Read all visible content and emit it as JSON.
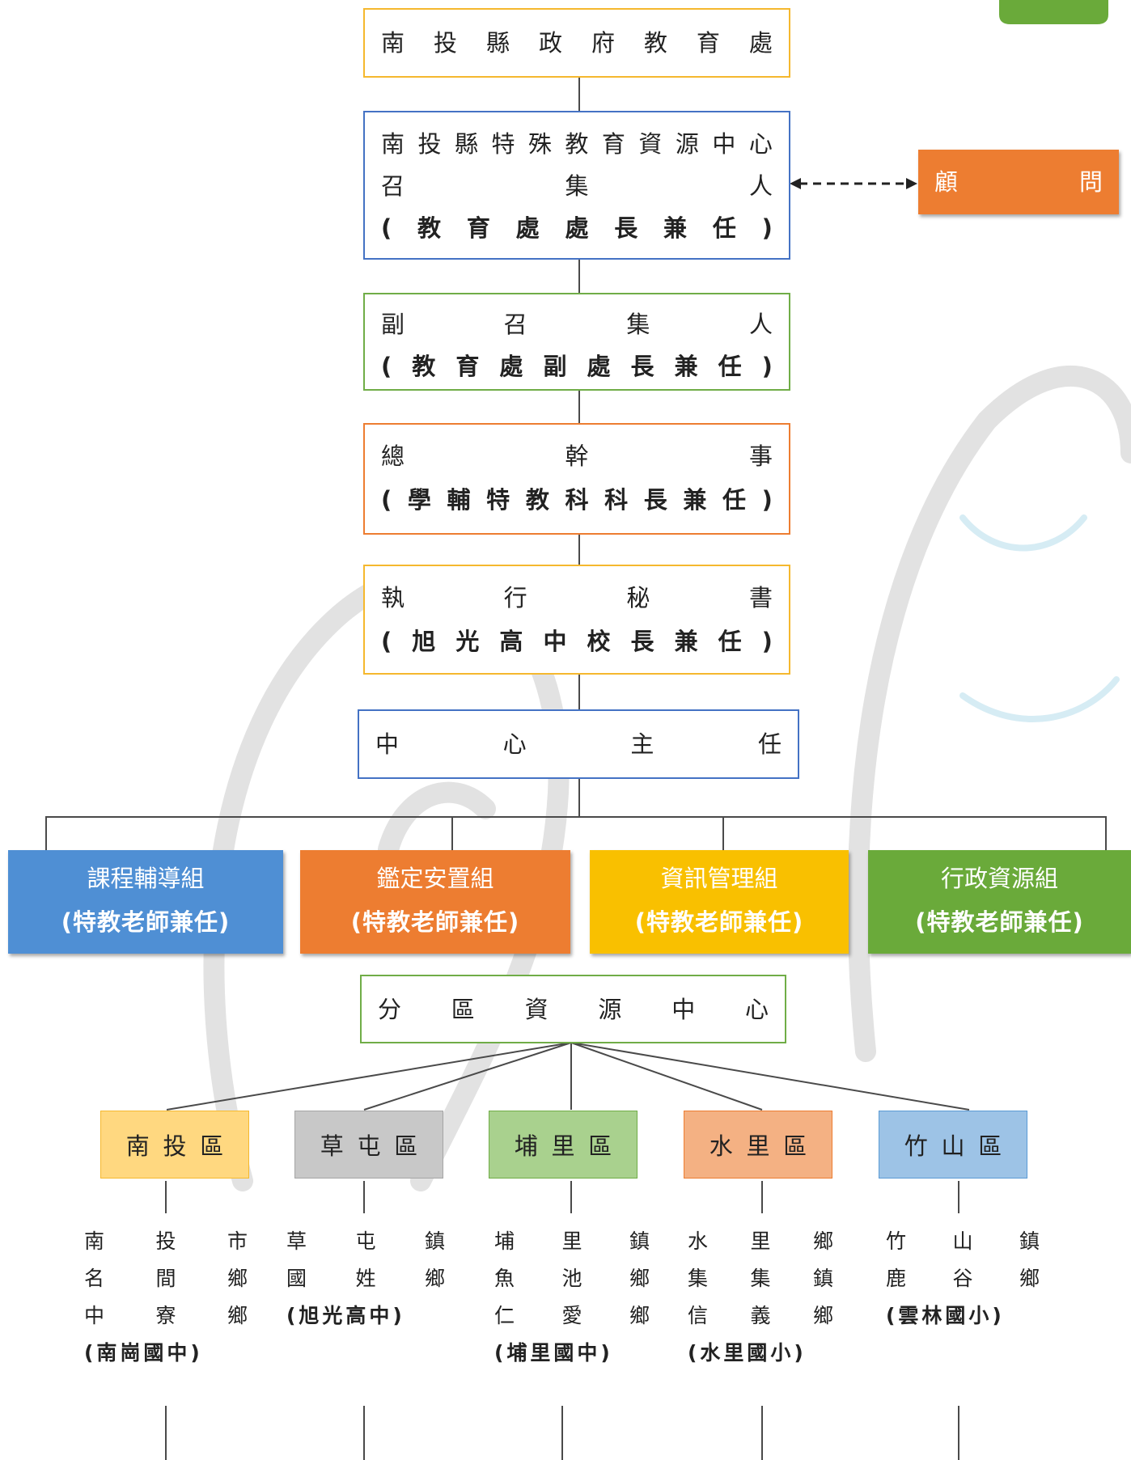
{
  "chart": {
    "top": {
      "label": "南投縣政府教育處"
    },
    "center": {
      "title": "南投縣特殊教育資源中心",
      "role": "召集人",
      "note": "(教育處處長兼任)"
    },
    "advisor": {
      "label": "顧問"
    },
    "deputy": {
      "role": "副召集人",
      "note": "(教育處副處長兼任)"
    },
    "general_secretary": {
      "role": "總幹事",
      "note": "(學輔特教科科長兼任)"
    },
    "exec_secretary": {
      "role": "執行秘書",
      "note": "(旭光高中校長兼任)"
    },
    "director": {
      "role": "中心主任"
    },
    "groups": [
      {
        "name": "課程輔導組",
        "note": "(特教老師兼任)"
      },
      {
        "name": "鑑定安置組",
        "note": "(特教老師兼任)"
      },
      {
        "name": "資訊管理組",
        "note": "(特教老師兼任)"
      },
      {
        "name": "行政資源組",
        "note": "(特教老師兼任)"
      }
    ],
    "district_center": {
      "label": "分區資源中心"
    },
    "districts": [
      {
        "name": "南投區",
        "towns": [
          [
            "南",
            "投",
            "市"
          ],
          [
            "名",
            "間",
            "鄉"
          ],
          [
            "中",
            "寮",
            "鄉"
          ]
        ],
        "school": "(南崗國中)"
      },
      {
        "name": "草屯區",
        "towns": [
          [
            "草",
            "屯",
            "鎮"
          ],
          [
            "國",
            "姓",
            "鄉"
          ]
        ],
        "school": "(旭光高中)"
      },
      {
        "name": "埔里區",
        "towns": [
          [
            "埔",
            "里",
            "鎮"
          ],
          [
            "魚",
            "池",
            "鄉"
          ],
          [
            "仁",
            "愛",
            "鄉"
          ]
        ],
        "school": "(埔里國中)"
      },
      {
        "name": "水里區",
        "towns": [
          [
            "水",
            "里",
            "鄉"
          ],
          [
            "集",
            "集",
            "鎮"
          ],
          [
            "信",
            "義",
            "鄉"
          ]
        ],
        "school": "(水里國小)"
      },
      {
        "name": "竹山區",
        "towns": [
          [
            "竹",
            "山",
            "鎮"
          ],
          [
            "鹿",
            "谷",
            "鄉"
          ]
        ],
        "school": "(雲林國小)"
      }
    ]
  },
  "colors": {
    "yellow_border": "#f5b82e",
    "blue_border": "#4472c4",
    "green_border": "#70ad47",
    "orange_border": "#ed7d31",
    "advisor_bg": "#ed7d31",
    "group_blue": "#4f8fd4",
    "group_orange": "#ed7d31",
    "group_yellow": "#f9c000",
    "group_green": "#6aaa3a",
    "district_nantou": "#ffd880",
    "district_caotun": "#c8c8c8",
    "district_puli": "#a9d18e",
    "district_shuili": "#f4b183",
    "district_zhushan": "#9dc3e6"
  }
}
